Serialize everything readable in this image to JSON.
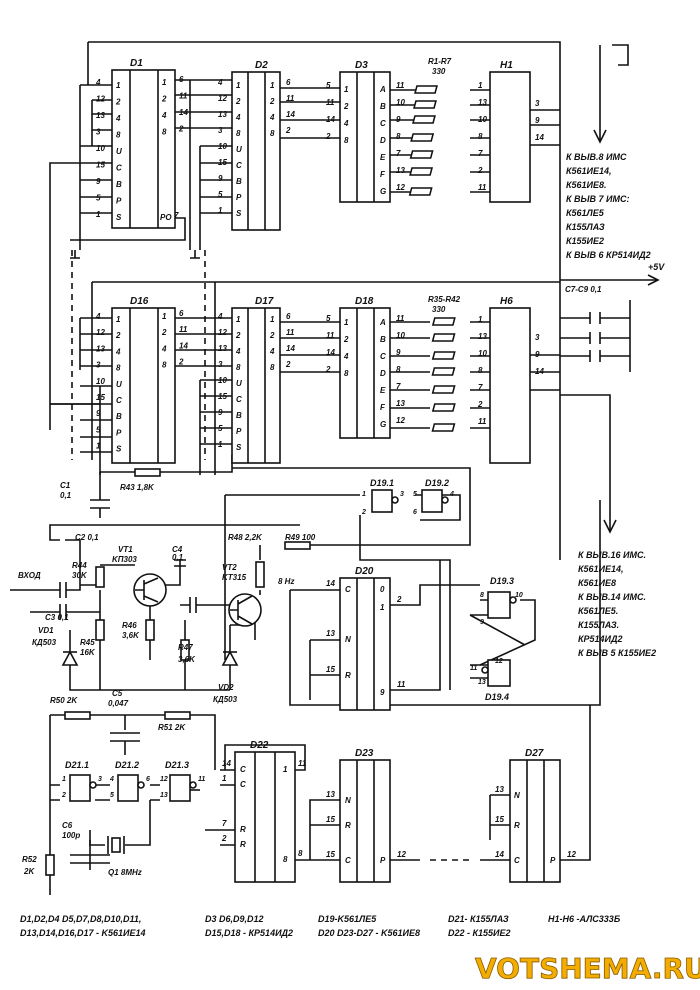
{
  "chips": {
    "d1": "D1",
    "d2": "D2",
    "d3": "D3",
    "h1": "H1",
    "d16": "D16",
    "d17": "D17",
    "d18": "D18",
    "h6": "H6",
    "d19_1": "D19.1",
    "d19_2": "D19.2",
    "d19_3": "D19.3",
    "d19_4": "D19.4",
    "d20": "D20",
    "d21_1": "D21.1",
    "d21_2": "D21.2",
    "d21_3": "D21.3",
    "d22": "D22",
    "d23": "D23",
    "d27": "D27"
  },
  "counter_pins_in": [
    "1",
    "2",
    "4",
    "8",
    "U",
    "C",
    "B",
    "P",
    "S"
  ],
  "counter_pins_out": [
    "1",
    "2",
    "4",
    "8"
  ],
  "counter_left_pin_numbers": [
    "4",
    "12",
    "13",
    "3",
    "10",
    "15",
    "9",
    "5",
    "1"
  ],
  "counter_right_pin_numbers": [
    "6",
    "11",
    "14",
    "2"
  ],
  "d1_po": "PO",
  "d1_po_pin": "7",
  "decoder_pins_in": [
    "1",
    "2",
    "4",
    "8"
  ],
  "decoder_pin_numbers_in": [
    "5",
    "11",
    "14",
    "2"
  ],
  "decoder_pins_out": [
    "A",
    "B",
    "C",
    "D",
    "E",
    "F",
    "G"
  ],
  "decoder_pin_numbers_out": [
    "11",
    "10",
    "9",
    "8",
    "7",
    "13",
    "12"
  ],
  "display_pin_numbers": [
    "1",
    "13",
    "10",
    "8",
    "7",
    "2",
    "11"
  ],
  "display_right_pins": [
    "3",
    "9",
    "14"
  ],
  "resistors": {
    "r1_r7": "R1-R7",
    "r1_r7_val": "330",
    "r35_r42": "R35-R42",
    "r35_r42_val": "330",
    "r43": "R43 1,8K",
    "r44": "R44",
    "r44_val": "30K",
    "r45": "R45",
    "r45_val": "16K",
    "r46": "R46",
    "r46_val": "3,6K",
    "r47": "R47",
    "r47_val": "3,6K",
    "r48": "R48 2,2K",
    "r49": "R49 100",
    "r50": "R50 2K",
    "r51": "R51 2K",
    "r52": "R52",
    "r52_val": "2K"
  },
  "capacitors": {
    "c1": "C1",
    "c1_val": "0,1",
    "c2": "C2 0,1",
    "c3": "C3 0,1",
    "c4": "C4",
    "c4_val": "0,1",
    "c5": "C5",
    "c5_val": "0,047",
    "c6": "C6",
    "c6_val": "100p",
    "c7_c9": "C7-C9 0,1"
  },
  "transistors": {
    "vt1": "VT1",
    "vt1_type": "KП303",
    "vt2": "VT2",
    "vt2_type": "KT315"
  },
  "diodes": {
    "vd1": "VD1",
    "vd1_type": "КД503",
    "vd2": "VD2",
    "vd2_type": "КД503"
  },
  "crystal": "Q1 8MHz",
  "input_label": "ВХОД",
  "power_label": "+5V",
  "freq_label": "8 Hz",
  "d20_pins": {
    "c": "C",
    "n": "N",
    "r": "R",
    "p0": "0",
    "p1": "1",
    "p9": "9",
    "num14": "14",
    "num13": "13",
    "num15": "15",
    "num2": "2",
    "num11": "11"
  },
  "d22_pins": {
    "c1": "C",
    "c2": "C",
    "r1": "R",
    "r2": "R",
    "n14": "14",
    "n1": "1",
    "n7": "7",
    "n2": "2",
    "n8": "8",
    "n11": "11",
    "out1": "1",
    "out2": "8"
  },
  "d23_pins": {
    "n": "N",
    "r": "R",
    "c": "C",
    "p": "P",
    "n13": "13",
    "n15": "15",
    "n15b": "15",
    "n12": "12"
  },
  "d27_pins": {
    "n": "N",
    "r": "R",
    "c": "C",
    "p": "P",
    "n13": "13",
    "n15": "15",
    "n14": "14",
    "n12": "12"
  },
  "gate_pins": {
    "d19_1_in": "1",
    "d19_1_out": "3",
    "d19_1_in2": "2",
    "d19_2_in": "5",
    "d19_2_in2": "6",
    "d19_2_out": "4",
    "d19_3_in": "8",
    "d19_3_in2": "9",
    "d19_3_out": "10",
    "d19_4_in": "12",
    "d19_4_in2": "13",
    "d19_4_out": "11",
    "d21_1_in": "1",
    "d21_1_in2": "2",
    "d21_1_out": "3",
    "d21_2_in": "4",
    "d21_2_in2": "5",
    "d21_2_out": "6",
    "d21_3_in": "12",
    "d21_3_in2": "13",
    "d21_3_out": "11"
  },
  "notes_top": [
    "К ВЫВ.8 ИМС",
    "К561ИЕ14,",
    "К561ИЕ8.",
    "К ВЫВ 7 ИМС:",
    "К561ЛЕ5",
    "К155ЛАЗ",
    "К155ИЕ2",
    "К ВЫВ 6 КР514ИД2"
  ],
  "notes_bottom": [
    "К ВЫВ.16 ИМС.",
    "К561ИЕ14,",
    "К561ИЕ8",
    "К ВЫВ.14 ИМС.",
    "К561ЛЕ5.",
    "К155ЛАЗ.",
    "КР514ИД2",
    "К ВЫВ 5 К155ИЕ2"
  ],
  "legend": {
    "line1": "D1,D2,D4 D5,D7,D8,D10,D11,",
    "line2": "D13,D14,D16,D17 - K561ИЕ14",
    "line3": "D3 D6,D9,D12",
    "line4": "D15,D18 - КР514ИД2",
    "line5": "D19-K561ЛЕ5",
    "line6": "D20 D23-D27 - K561ИЕ8",
    "line7": "D21- К155ЛАЗ",
    "line8": "D22 - К155ИЕ2",
    "line9": "H1-H6 -АЛС333Б"
  },
  "watermark": "VOTSHEMA.RU"
}
